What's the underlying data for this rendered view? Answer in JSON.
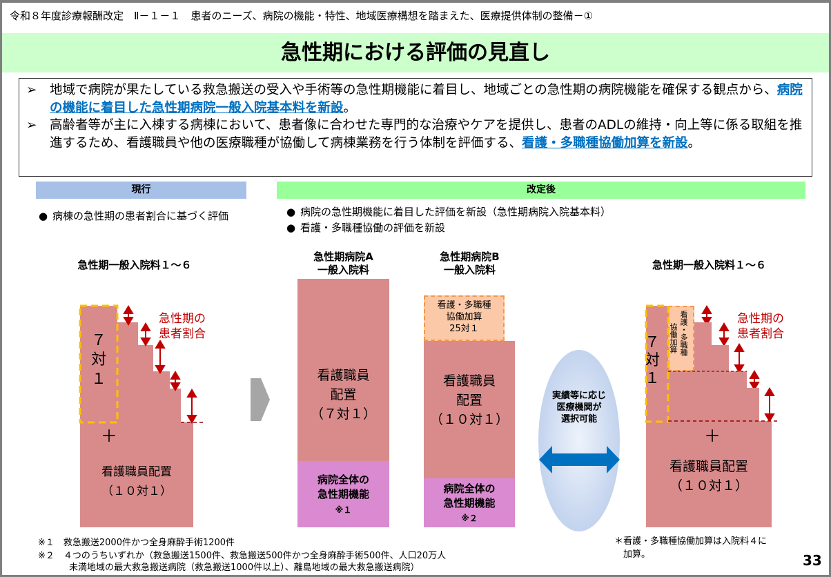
{
  "header": "令和８年度診療報酬改定　Ⅱ－１－１　患者のニーズ、病院の機能・特性、地域医療構想を踏まえた、医療提供体制の整備－①",
  "title": "急性期における評価の見直し",
  "intro": {
    "bullet1_pre": "地域で病院が果たしている救急搬送の受入や手術等の急性期機能に着目し、地域ごとの急性期の病院機能を確保する観点から、",
    "bullet1_link": "病院の機能に着目した急性期病院一般入院基本料を新設",
    "bullet1_post": "。",
    "bullet2_pre": "高齢者等が主に入棟する病棟において、患者像に合わせた専門的な治療やケアを提供し、患者のADLの維持・向上等に係る取組を推進するため、看護職員や他の医療職種が協働して病棟業務を行う体制を評価する、",
    "bullet2_link": "看護・多職種協働加算を新設",
    "bullet2_post": "。",
    "marker": "➢"
  },
  "current": {
    "heading": "現行",
    "bullet": "病棟の急性期の患者割合に基づく評価",
    "label": "急性期一般入院料１～６",
    "ratio": "７\n対\n１",
    "plus": "＋",
    "base": "看護職員配置\n（１０対１）",
    "red": "急性期の\n患者割合"
  },
  "revised": {
    "heading": "改定後",
    "bullets": [
      "病院の急性期機能に着目した評価を新設（急性期病院入院基本料）",
      "看護・多職種協働の評価を新設"
    ],
    "a": {
      "label": "急性期病院A\n一般入院料",
      "staff": "看護職員\n配置\n（７対１）",
      "func": "病院全体の\n急性期機能",
      "note": "※１"
    },
    "b": {
      "label": "急性期病院B\n一般入院料",
      "addon": "看護・多職種\n協働加算\n25対１",
      "staff": "看護職員\n配置\n（１０対１）",
      "func": "病院全体の\n急性期機能",
      "note": "※２"
    },
    "choice": "実績等に応じ\n医療機関が\n選択可能",
    "right": {
      "label": "急性期一般入院料１～６",
      "ratio": "７\n対\n１",
      "addon_a": "看護・多職種",
      "addon_b": "協働加算",
      "plus": "＋",
      "base": "看護職員配置\n（１０対１）",
      "red": "急性期の\n患者割合"
    }
  },
  "footnotes": {
    "n1": "※１　救急搬送2000件かつ全身麻酔手術1200件",
    "n2": "※２　４つのうちいずれか（救急搬送1500件、救急搬送500件かつ全身麻酔手術500件、人口20万人",
    "n2b": "未満地域の最大救急搬送病院（救急搬送1000件以上）、離島地域の最大救急搬送病院）",
    "right": "＊看護・多職種協働加算は入院料４に\n　加算。"
  },
  "page_number": "33",
  "colors": {
    "pink": "#d98b8b",
    "magenta": "#d98ad0",
    "green_band": "#ccffcc",
    "blue_bar": "#a6c0e8",
    "green_bar": "#99ff99",
    "link": "#0070c0",
    "red": "#c00000"
  }
}
